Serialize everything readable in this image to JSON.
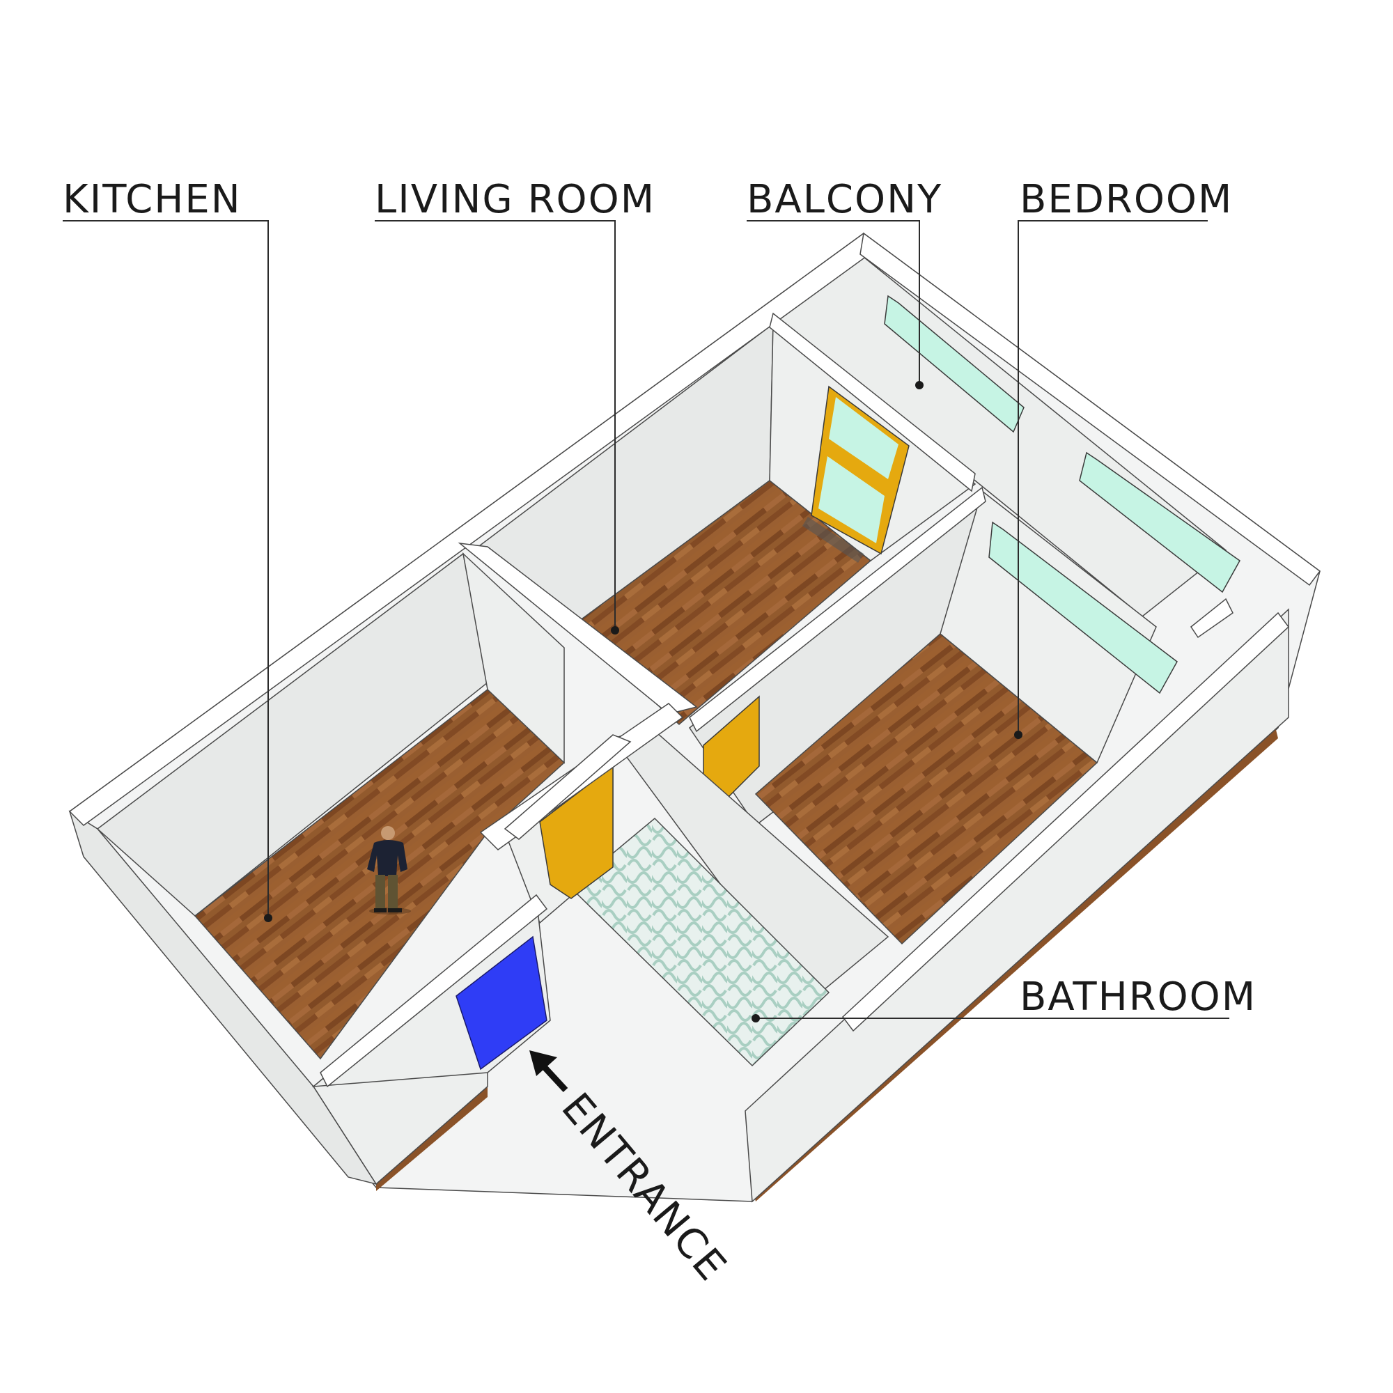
{
  "labels": {
    "kitchen": "KITCHEN",
    "living_room": "LIVING ROOM",
    "balcony": "BALCONY",
    "bedroom": "BEDROOM",
    "bathroom": "BATHROOM",
    "entrance": "ENTRANCE"
  },
  "colors": {
    "wall_top": "#ffffff",
    "wall_inner": "#e9ebea",
    "wall_shadow": "#d6d9d8",
    "wood_floor": "#8a5228",
    "wood_floor_light": "#a86a35",
    "bath_tile": "#cfe3dc",
    "window_glass": "#c6f4e4",
    "door_yellow": "#e5a90f",
    "entrance_door": "#2f3df6",
    "outline": "#3a3a3a"
  },
  "icons": {
    "entrance_arrow": "arrow-left-up-icon",
    "person": "person-figure"
  }
}
